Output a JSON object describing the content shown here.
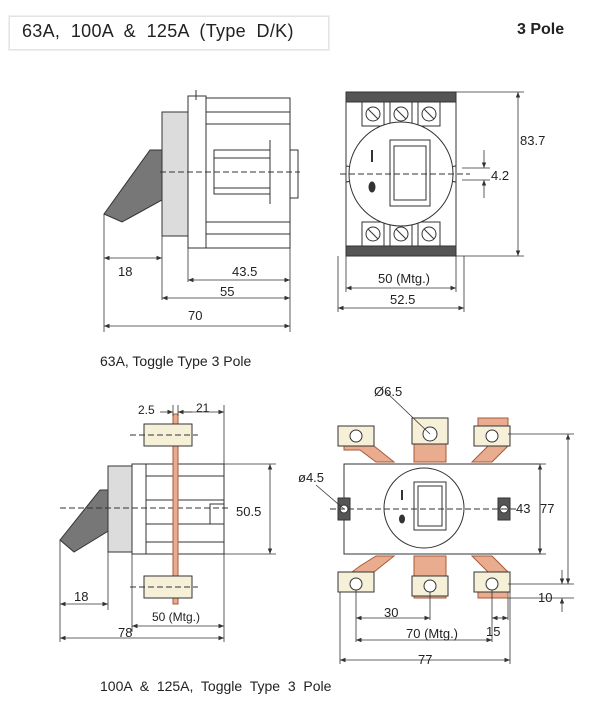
{
  "header": {
    "title": "63A,  100A  &  125A  (Type  D/K)",
    "poles": "3 Pole"
  },
  "top_drawing": {
    "caption": "63A, Toggle Type 3 Pole",
    "dims": {
      "toggle_offset": "18",
      "body_depth": "43.5",
      "base_depth": "55",
      "overall_depth": "70",
      "height": "83.7",
      "slot": "4.2",
      "mtg": "50 (Mtg.)",
      "width": "52.5"
    }
  },
  "bottom_drawing": {
    "caption": "100A  &  125A,  Toggle  Type  3  Pole",
    "dims": {
      "terminal_thickness": "2.5",
      "terminal_offset": "21",
      "height": "50.5",
      "toggle_offset": "18",
      "mtg": "50 (Mtg.)",
      "overall_depth": "78",
      "terminal_hole": "Ø6.5",
      "mount_hole": "ø4.5",
      "body_height": "43",
      "overall_height": "77",
      "pitch": "30",
      "front_mtg": "70 (Mtg.)",
      "edge": "15",
      "terminal_drop": "10",
      "overall_width": "77"
    }
  },
  "colors": {
    "terminal": "#e9ac8e",
    "terminal_edge": "#a85a3a",
    "clamp": "#f6f0d8",
    "line": "#333333"
  }
}
